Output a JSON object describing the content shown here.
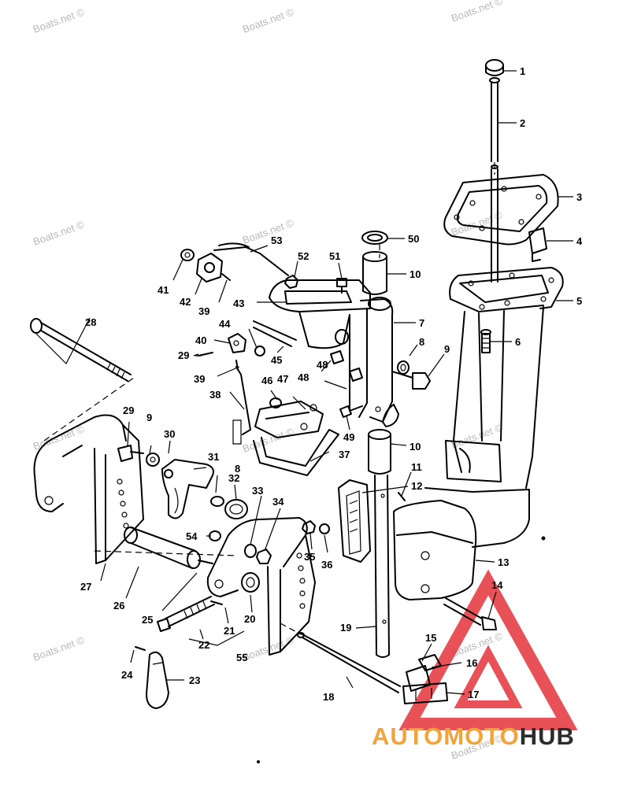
{
  "watermarks": [
    "Boats.net ©",
    "Boats.net ©",
    "Boats.net ©",
    "Boats.net ©",
    "Boats.net ©",
    "Boats.net ©",
    "Boats.net ©",
    "Boats.net ©",
    "Boats.net ©",
    "Boats.net ©",
    "Boats.net ©",
    "Boats.net ©",
    "Boats.net ©"
  ],
  "brand": {
    "part_a": "AUTOMOTO",
    "part_b": "HUB",
    "color_a": "#f2a43a",
    "color_b": "#2c2c2c",
    "triangle_color": "#e5323b"
  },
  "callouts": [
    "1",
    "2",
    "3",
    "4",
    "5",
    "6",
    "7",
    "8",
    "8",
    "9",
    "9",
    "10",
    "10",
    "11",
    "12",
    "13",
    "14",
    "15",
    "16",
    "17",
    "18",
    "19",
    "20",
    "21",
    "22",
    "23",
    "24",
    "25",
    "26",
    "27",
    "28",
    "29",
    "29",
    "30",
    "31",
    "32",
    "33",
    "34",
    "35",
    "36",
    "37",
    "38",
    "39",
    "39",
    "40",
    "41",
    "42",
    "43",
    "44",
    "45",
    "46",
    "47",
    "48",
    "48",
    "49",
    "50",
    "51",
    "52",
    "53",
    "54",
    "55"
  ]
}
